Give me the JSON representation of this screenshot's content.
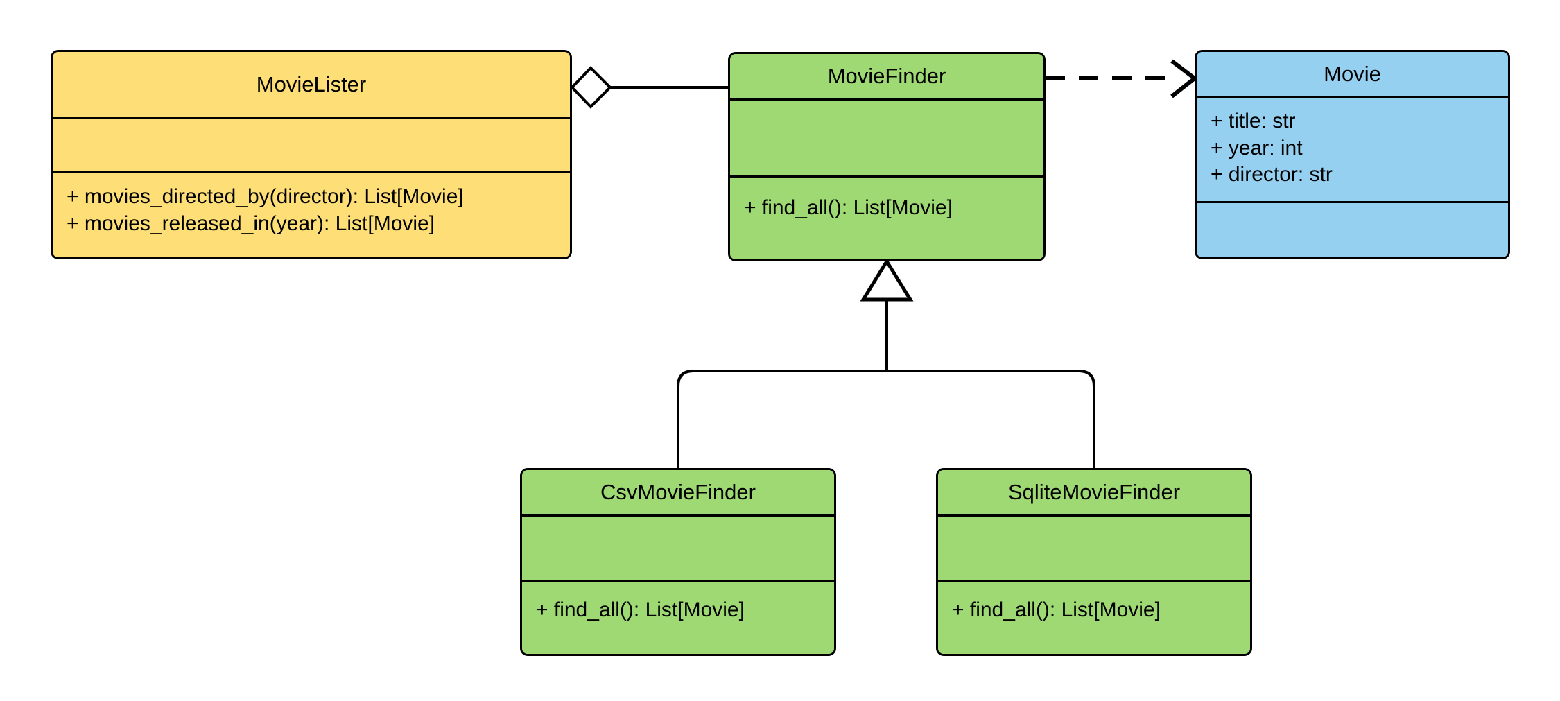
{
  "diagram": {
    "kind": "uml-class-diagram",
    "background": "#ffffff",
    "line_color": "#000000",
    "palette": {
      "yellow": "#fdde77",
      "green": "#9fd973",
      "blue": "#95d0f0",
      "stroke": "#000000"
    }
  },
  "classes": {
    "movielister": {
      "name": "MovieLister",
      "fill": "#fdde77",
      "attributes": [],
      "operations": [
        "+ movies_directed_by(director): List[Movie]",
        "+ movies_released_in(year): List[Movie]"
      ]
    },
    "moviefinder": {
      "name": "MovieFinder",
      "fill": "#9fd973",
      "attributes": [],
      "operations": [
        "+ find_all(): List[Movie]"
      ]
    },
    "movie": {
      "name": "Movie",
      "fill": "#95d0f0",
      "attributes": [
        "+ title: str",
        "+ year: int",
        "+ director: str"
      ],
      "operations": []
    },
    "csvmoviefinder": {
      "name": "CsvMovieFinder",
      "fill": "#9fd973",
      "attributes": [],
      "operations": [
        "+ find_all(): List[Movie]"
      ]
    },
    "sqlitemoviefinder": {
      "name": "SqliteMovieFinder",
      "fill": "#9fd973",
      "attributes": [],
      "operations": [
        "+ find_all(): List[Movie]"
      ]
    }
  },
  "relationships": [
    {
      "id": "aggregation-movielister-moviefinder",
      "type": "aggregation",
      "from": "MovieLister",
      "to": "MovieFinder",
      "marker": "hollow-diamond",
      "line": "solid"
    },
    {
      "id": "dependency-moviefinder-movie",
      "type": "dependency",
      "from": "MovieFinder",
      "to": "Movie",
      "marker": "open-arrow",
      "line": "dashed"
    },
    {
      "id": "generalization-csvmoviefinder-moviefinder",
      "type": "generalization",
      "from": "CsvMovieFinder",
      "to": "MovieFinder",
      "marker": "hollow-triangle",
      "line": "solid"
    },
    {
      "id": "generalization-sqlitemoviefinder-moviefinder",
      "type": "generalization",
      "from": "SqliteMovieFinder",
      "to": "MovieFinder",
      "marker": "hollow-triangle",
      "line": "solid"
    }
  ]
}
